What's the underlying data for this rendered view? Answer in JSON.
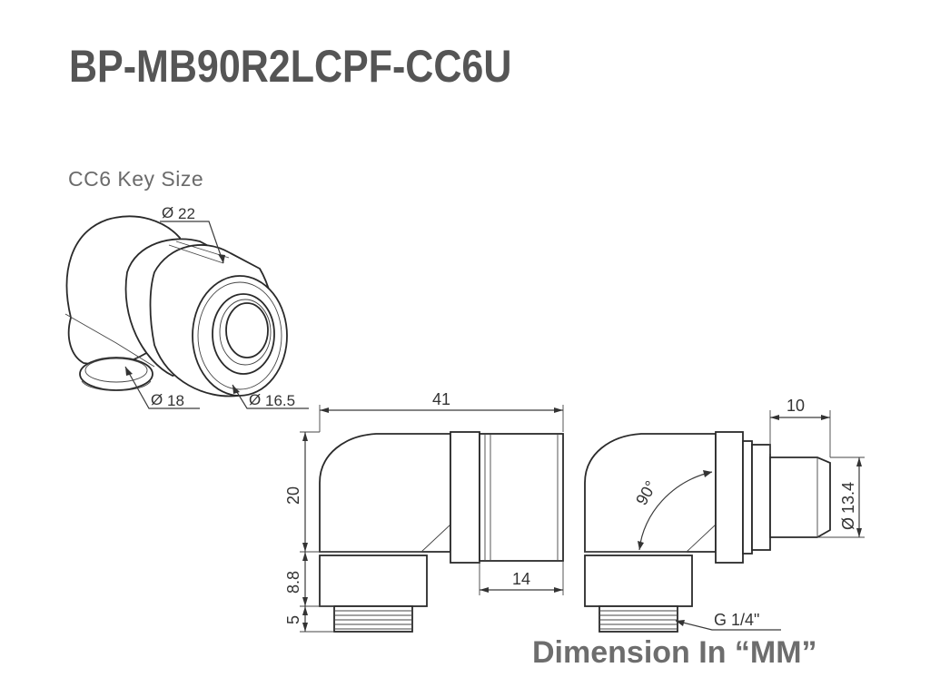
{
  "title": "BP-MB90R2LCPF-CC6U",
  "key_size_label": "CC6 Key Size",
  "footer": "Dimension In “MM”",
  "dims": {
    "iso_d22": "22",
    "iso_d18": "18",
    "iso_d16_5": "16.5",
    "front_width": "41",
    "front_height": "20",
    "front_height2": "8.8",
    "front_thread": "5",
    "front_sleeve": "14",
    "side_width": "10",
    "side_d13_4": "13.4",
    "side_angle": "90°",
    "side_thread": "G 1/4\""
  },
  "colors": {
    "title": "#555555",
    "text": "#6b6b6b",
    "line": "#2a2a2a"
  }
}
